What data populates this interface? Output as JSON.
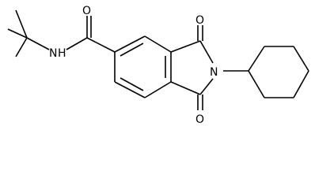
{
  "structure": {
    "atoms": {
      "amide_n": "N",
      "amide_h": "H",
      "amide_o": "O",
      "imide_n": "N",
      "imide_o_top": "O",
      "imide_o_bottom": "O"
    }
  },
  "colors": {
    "bond": "#000000",
    "label": "#000000",
    "background": "#ffffff"
  }
}
